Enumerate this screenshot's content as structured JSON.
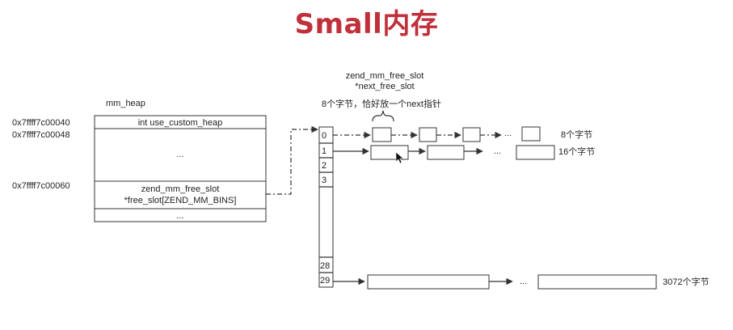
{
  "title": "Small内存",
  "heap": {
    "label": "mm_heap",
    "addresses": [
      "0x7ffff7c00040",
      "0x7ffff7c00048",
      "0x7ffff7c00060"
    ],
    "fields": {
      "use_custom_heap": "int  use_custom_heap",
      "ellipsis1": "...",
      "free_slot_line1": "zend_mm_free_slot",
      "free_slot_line2": "*free_slot[ZEND_MM_BINS]",
      "ellipsis2": "..."
    }
  },
  "slot_type": {
    "line1": "zend_mm_free_slot",
    "line2": "*next_free_slot"
  },
  "note": "8个字节，恰好放一个next指针",
  "bins": {
    "top": [
      "0",
      "1",
      "2",
      "3"
    ],
    "bottom": [
      "28",
      "29"
    ]
  },
  "chain_ellipsis": "...",
  "sizes": {
    "bin0": "8个字节",
    "bin1": "16个字节",
    "bin29": "3072个字节"
  }
}
